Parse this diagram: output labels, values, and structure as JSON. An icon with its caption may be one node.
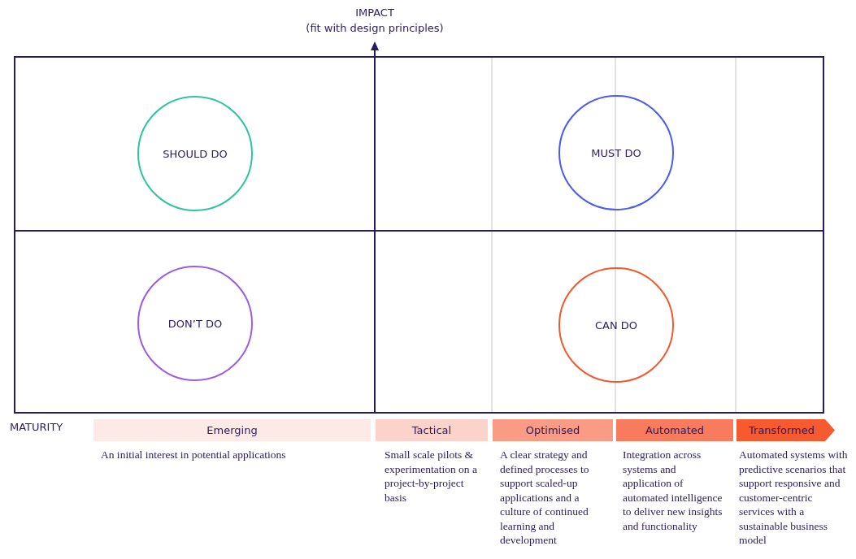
{
  "diagram": {
    "nodes": [
      {
        "text": [
          "SHOULD DO"
        ]
      },
      {
        "text": [
          "MUST DO"
        ]
      },
      {
        "text": [
          "DON’T DO"
        ]
      },
      {
        "text": [
          "CAN DO"
        ]
      },
      {
        "text": [
          "Emerging"
        ],
        "beside": [
          "An initial interest in potential applications"
        ]
      },
      {
        "text": [
          "Tactical"
        ],
        "beside": [
          "Small scale pilots & experimentation on a project-by-project basis"
        ]
      },
      {
        "text": [
          "Optimised"
        ],
        "beside": [
          "A clear strategy and defined processes to support scaled-up applications and a culture of continued learning and development"
        ]
      },
      {
        "text": [
          "Automated"
        ],
        "beside": [
          "Integration across systems and application of automated intelligence to deliver new insights and functionality"
        ]
      },
      {
        "text": [
          "Transformed"
        ],
        "beside": [
          "Automated systems with predictive scenarios that support responsive and customer-centric services with a sustainable business model"
        ]
      }
    ],
    "edges": [],
    "labels": [
      "IMPACT",
      "(fit with design principles)",
      "MATURITY"
    ]
  }
}
